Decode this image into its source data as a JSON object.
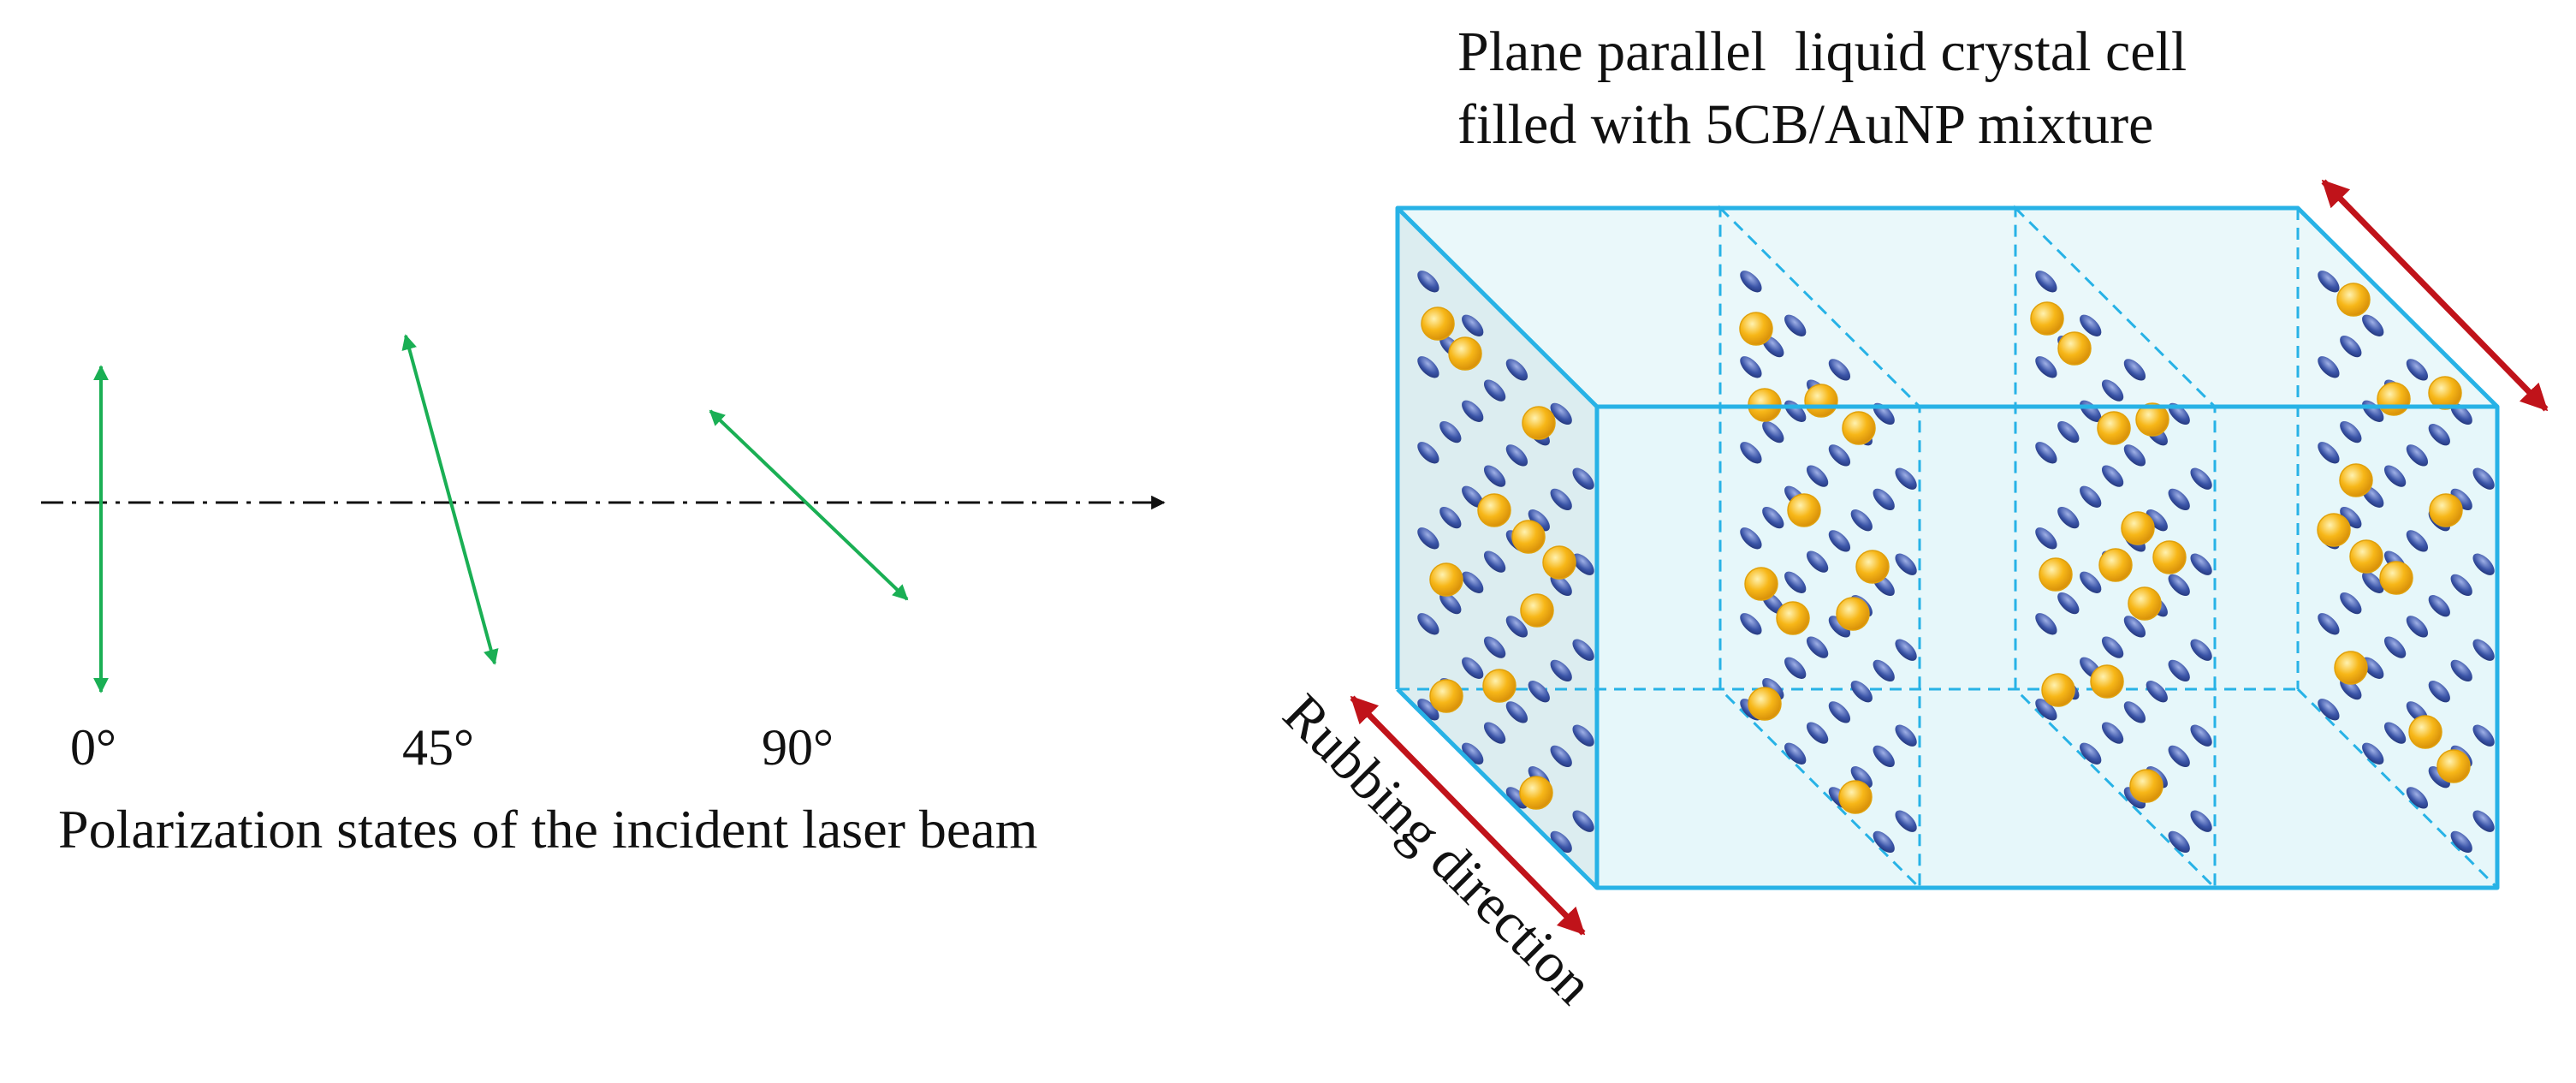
{
  "polarization": {
    "states": [
      {
        "label": "0°",
        "angle_deg": 0
      },
      {
        "label": "45°",
        "angle_deg": 45
      },
      {
        "label": "90°",
        "angle_deg": 90
      }
    ],
    "caption": "Polarization states of the incident laser beam",
    "arrow_color": "#1aaf54",
    "beam_color": "#111111"
  },
  "cell": {
    "title_line1": "Plane parallel  liquid crystal cell",
    "title_line2": "filled with 5CB/AuNP mixture",
    "rubbing_label": "Rubbing direction",
    "frame_color": "#27b2e6",
    "fill_color": "#e6f7fa",
    "side_fill_color": "#dcedf0",
    "lc_color": "#3b55a8",
    "aunp_color": "#f7b718",
    "rubbing_arrow_color": "#c0131a"
  }
}
